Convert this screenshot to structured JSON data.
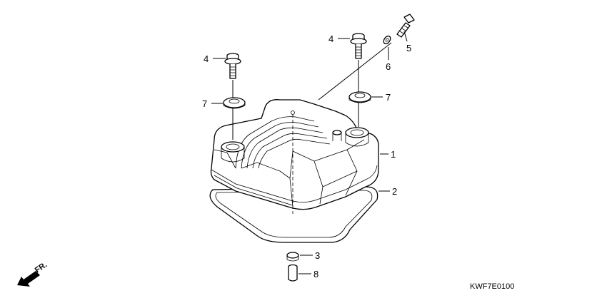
{
  "diagram": {
    "callouts": [
      {
        "id": "c1",
        "label": "1"
      },
      {
        "id": "c2",
        "label": "2"
      },
      {
        "id": "c3",
        "label": "3"
      },
      {
        "id": "c4a",
        "label": "4"
      },
      {
        "id": "c4b",
        "label": "4"
      },
      {
        "id": "c5",
        "label": "5"
      },
      {
        "id": "c6",
        "label": "6"
      },
      {
        "id": "c7a",
        "label": "7"
      },
      {
        "id": "c7b",
        "label": "7"
      },
      {
        "id": "c8",
        "label": "8"
      }
    ],
    "direction_label": "FR.",
    "part_code": "KWF7E0100"
  }
}
